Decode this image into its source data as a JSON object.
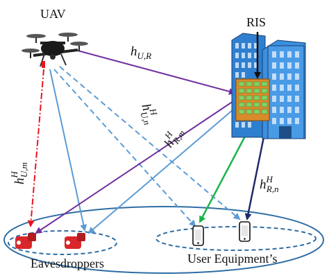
{
  "labels": {
    "uav": "UAV",
    "ris": "RIS",
    "eavesdroppers": "Eavesdroppers",
    "user_equipment": "User Equipment’s"
  },
  "channels": {
    "h_ur": {
      "base": "h",
      "sub": "U,R",
      "sup": ""
    },
    "h_un": {
      "base": "h",
      "sub": "U,n",
      "sup": "H"
    },
    "h_rm": {
      "base": "h",
      "sub": "R,m",
      "sup": "H"
    },
    "h_rn": {
      "base": "h",
      "sub": "R,n",
      "sup": "H"
    },
    "h_um": {
      "base": "h",
      "sub": "U,m",
      "sup": "H"
    }
  },
  "colors": {
    "ris_link": "#7030a0",
    "uav_eve_dashdot": "#e8141e",
    "uav_links_blue": "#5b9bd5",
    "ris_to_ue_green": "#19b34a",
    "ris_to_ue_navy": "#1f2a6b",
    "ground_ellipse": "#2e6da4",
    "eavesdropper_device": "#d9262a",
    "building_blue": "#2f7fd0",
    "ris_panel": "#d98b2b"
  },
  "icons": [
    "drone-icon",
    "building-icon",
    "ris-panel-icon",
    "eavesdropper-device-icon",
    "smartphone-icon"
  ]
}
